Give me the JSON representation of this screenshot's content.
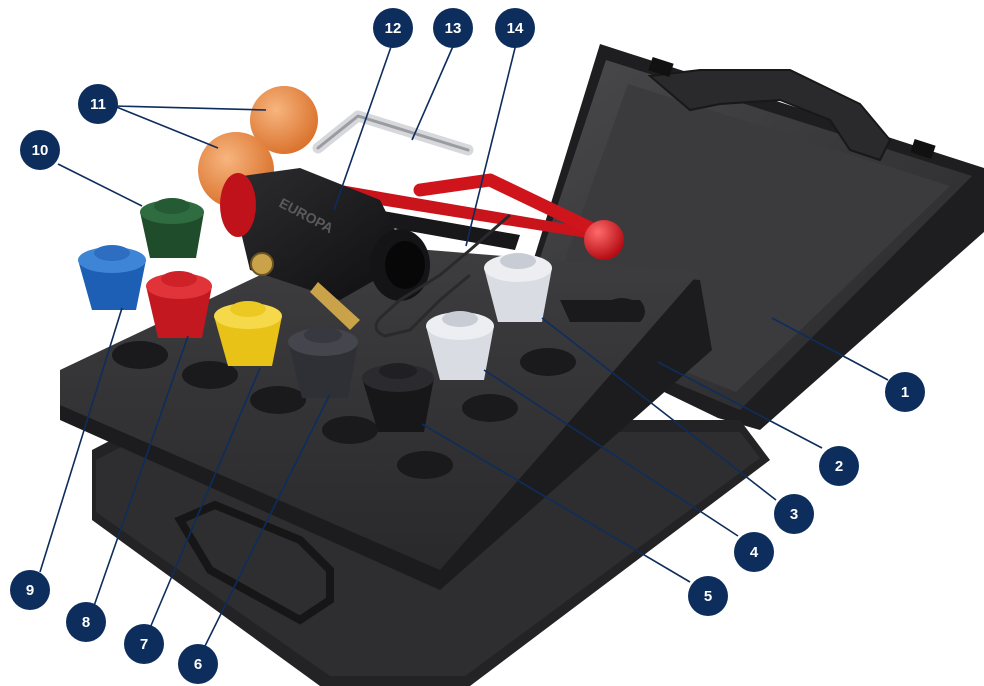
{
  "figure": {
    "brand_text": "EUROPA",
    "colors": {
      "callout_fill": "#0d2d5c",
      "callout_text": "#ffffff",
      "leader_line": "#0d2d5c",
      "case": "#2b2b2d",
      "foam": "#3a3a3c",
      "handle_red": "#d0141c",
      "ball_orange": "#f08a3c",
      "brass": "#c9a24a"
    },
    "plugs": [
      {
        "id": "plug-blue",
        "color": "#1d5fb5"
      },
      {
        "id": "plug-red",
        "color": "#c41820"
      },
      {
        "id": "plug-yellow",
        "color": "#e9c218"
      },
      {
        "id": "plug-darkgrey",
        "color": "#2f3036"
      },
      {
        "id": "plug-black",
        "color": "#17171a"
      },
      {
        "id": "plug-white-1",
        "color": "#d9dce3"
      },
      {
        "id": "plug-white-2",
        "color": "#d9dce3"
      },
      {
        "id": "plug-green",
        "color": "#1f4d2c"
      }
    ]
  },
  "callouts": [
    {
      "number": "1"
    },
    {
      "number": "2"
    },
    {
      "number": "3"
    },
    {
      "number": "4"
    },
    {
      "number": "5"
    },
    {
      "number": "6"
    },
    {
      "number": "7"
    },
    {
      "number": "8"
    },
    {
      "number": "9"
    },
    {
      "number": "10"
    },
    {
      "number": "11"
    },
    {
      "number": "12"
    },
    {
      "number": "13"
    },
    {
      "number": "14"
    }
  ]
}
